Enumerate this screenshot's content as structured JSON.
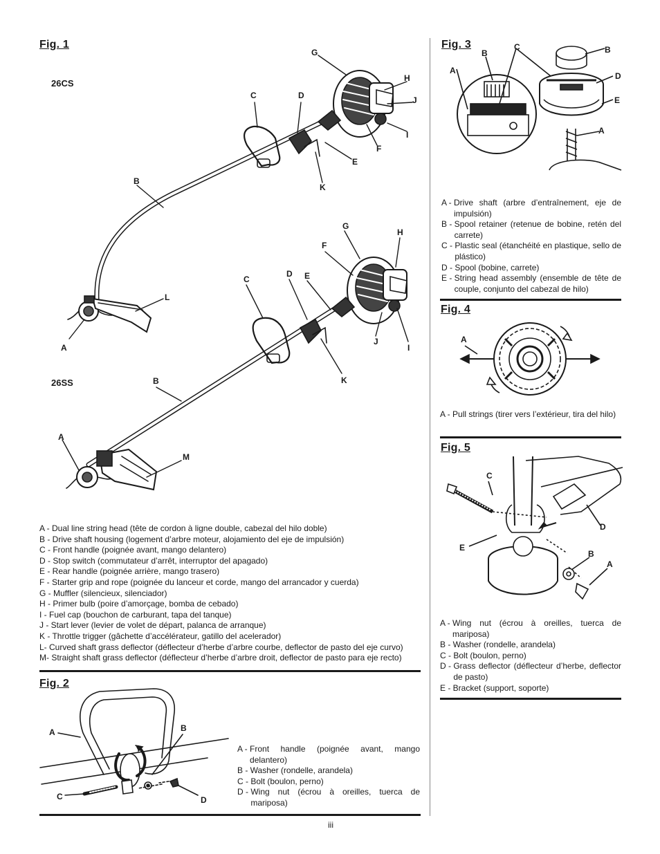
{
  "fig1": {
    "title": "Fig. 1",
    "model_top": "26CS",
    "model_bottom": "26SS",
    "callouts": [
      "A",
      "B",
      "C",
      "D",
      "E",
      "F",
      "G",
      "H",
      "I",
      "J",
      "K",
      "L",
      "M"
    ],
    "legend": [
      "A - Dual line string head (tête de cordon à ligne double, cabezal del hilo doble)",
      "B - Drive shaft housing (logement d’arbre moteur, alojamiento del eje de impulsión)",
      "C - Front handle (poignée avant, mango delantero)",
      "D - Stop switch (commutateur d’arrêt, interruptor del apagado)",
      "E - Rear handle (poignée arrière, mango trasero)",
      "F - Starter grip and rope (poignée du lanceur et corde, mango del arrancador y cuerda)",
      "G - Muffler (silencieux, silenciador)",
      "H - Primer bulb (poire d’amorçage, bomba de cebado)",
      "I  - Fuel cap (bouchon de carburant, tapa del tanque)",
      "J - Start lever (levier de volet de départ, palanca de arranque)",
      "K - Throttle trigger (gâchette d’accélérateur, gatillo del acelerador)",
      "L-  Curved shaft grass deflector (déflecteur d’herbe d’arbre courbe, deflector de pasto del eje curvo)",
      "M- Straight shaft grass deflector (déflecteur d’herbe d’arbre droit, deflector de pasto para eje recto)"
    ]
  },
  "fig2": {
    "title": "Fig. 2",
    "callouts": [
      "A",
      "B",
      "C",
      "D"
    ],
    "legend": [
      {
        "key": "A - ",
        "text": "Front handle (poignée avant, mango delantero)"
      },
      {
        "key": "B - ",
        "text": "Washer (rondelle, arandela)"
      },
      {
        "key": "C - ",
        "text": "Bolt (boulon, perno)"
      },
      {
        "key": "D - ",
        "text": "Wing nut (écrou à oreilles, tuerca de mariposa)"
      }
    ]
  },
  "fig3": {
    "title": "Fig. 3",
    "callouts": [
      "A",
      "B",
      "C",
      "B",
      "D",
      "E",
      "A"
    ],
    "legend": [
      {
        "key": "A - ",
        "text": "Drive shaft (arbre d’entraînement, eje de impulsión)"
      },
      {
        "key": "B - ",
        "text": "Spool retainer (retenue de bobine, retén del carrete)"
      },
      {
        "key": "C - ",
        "text": "Plastic seal (étanchéité en plastique, sello de plástico)"
      },
      {
        "key": "D - ",
        "text": "Spool (bobine, carrete)"
      },
      {
        "key": "E - ",
        "text": "String head assembly (ensemble de tête de couple, conjunto del cabezal de hilo)"
      }
    ]
  },
  "fig4": {
    "title": "Fig. 4",
    "callouts": [
      "A"
    ],
    "legend": [
      {
        "key": "A - ",
        "text": "Pull strings (tirer vers l’extérieur, tira del hilo)"
      }
    ]
  },
  "fig5": {
    "title": "Fig. 5",
    "callouts": [
      "C",
      "D",
      "E",
      "B",
      "A"
    ],
    "legend": [
      {
        "key": "A - ",
        "text": "Wing nut (écrou à oreilles, tuerca de mariposa)"
      },
      {
        "key": "B - ",
        "text": "Washer (rondelle, arandela)"
      },
      {
        "key": "C - ",
        "text": "Bolt (boulon, perno)"
      },
      {
        "key": "D - ",
        "text": "Grass deflector (déflecteur d’herbe, deflector de pasto)"
      },
      {
        "key": "E - ",
        "text": "Bracket (support, soporte)"
      }
    ]
  },
  "page_number": "iii"
}
